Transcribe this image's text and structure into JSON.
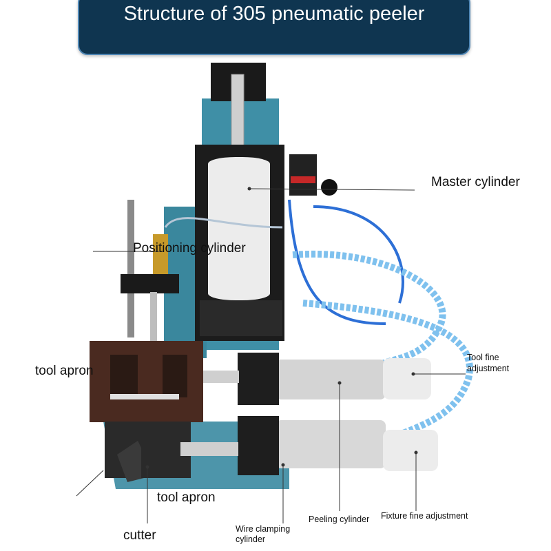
{
  "title": "Structure of 305 pneumatic peeler",
  "labels": {
    "master_cylinder": "Master cylinder",
    "positioning_cylinder": "Positioning cylinder",
    "tool_apron_left": "tool apron",
    "tool_apron_bottom": "tool apron",
    "cutter": "cutter",
    "tool_fine_adjustment_1": "Tool fine",
    "tool_fine_adjustment_2": "adjustment",
    "wire_clamping_cylinder_1": "Wire clamping",
    "wire_clamping_cylinder_2": "cylinder",
    "peeling_cylinder": "Peeling cylinder",
    "fixture_fine_adjustment": "Fixture fine adjustment"
  },
  "colors": {
    "banner": "#0f3550",
    "banner_border": "#4f86b5",
    "base_plate": "#3f8fa6",
    "black_part": "#1a1a1a",
    "cylinder_white": "#ececec",
    "tube_blue": "#2d6fd6",
    "spiral_blue": "#7fc1ee",
    "apron_brown": "#4a2a20",
    "brass": "#c79a2a"
  }
}
